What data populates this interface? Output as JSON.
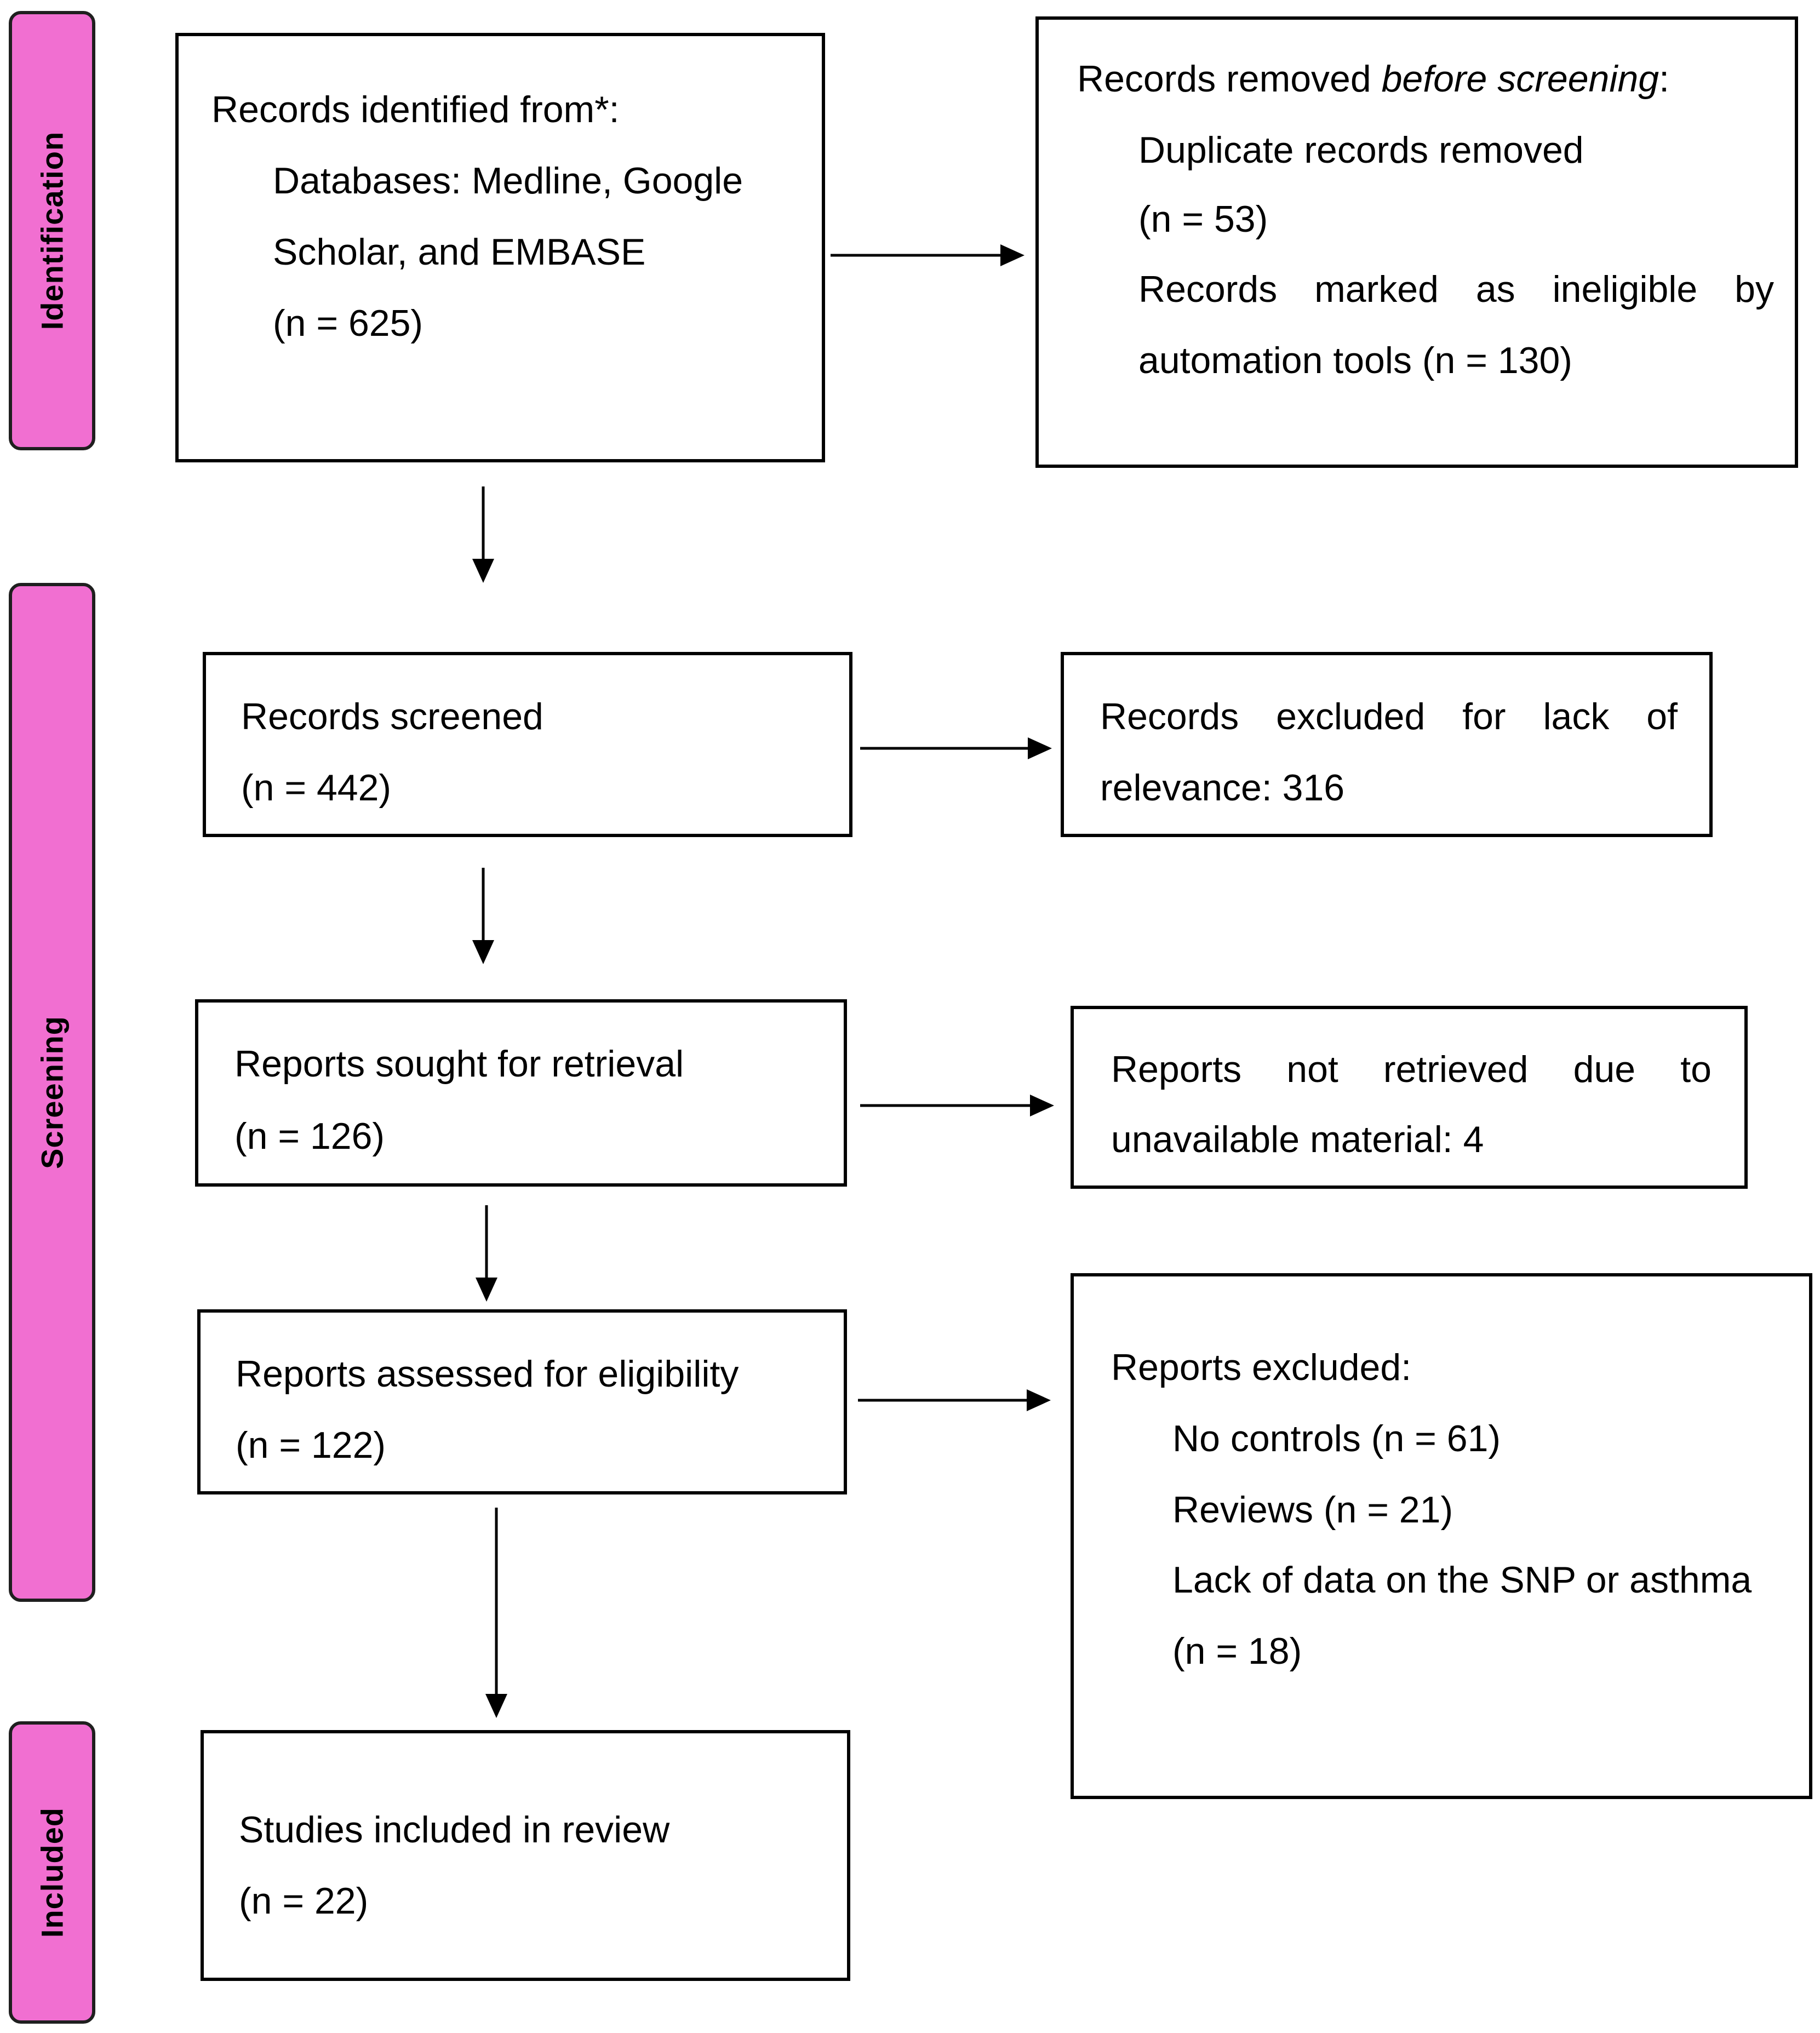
{
  "colors": {
    "phase_fill": "#f16fd1",
    "border": "#000000",
    "background": "#ffffff"
  },
  "phases": {
    "identification": "Identification",
    "screening": "Screening",
    "included": "Included"
  },
  "identified": {
    "heading": "Records identified from*:",
    "line1": "Databases: Medline, Google",
    "line2": "Scholar, and EMBASE",
    "count": "(n = 625)"
  },
  "removed": {
    "heading_prefix": "Records removed ",
    "heading_italic": "before screening",
    "heading_suffix": ":",
    "duplicates_label": "Duplicate records removed",
    "duplicates_count": "(n = 53)",
    "automation_words": [
      "Records",
      "marked",
      "as",
      "ineligible",
      "by"
    ],
    "automation_line2": "automation tools (n = 130)"
  },
  "screened": {
    "label": "Records screened",
    "count": "(n = 442)"
  },
  "excluded_relevance": {
    "words": [
      "Records",
      "excluded",
      "for",
      "lack",
      "of"
    ],
    "line2": "relevance: 316"
  },
  "sought": {
    "label": "Reports sought for retrieval",
    "count": "(n = 126)"
  },
  "not_retrieved": {
    "words": [
      "Reports",
      "not",
      "retrieved",
      "due",
      "to"
    ],
    "line2": "unavailable material: 4"
  },
  "assessed": {
    "label": "Reports assessed for eligibility",
    "count": "(n = 122)"
  },
  "reports_excluded": {
    "heading": "Reports excluded:",
    "no_controls": "No controls (n = 61)",
    "reviews": "Reviews (n = 21)",
    "lack_data": "Lack of data on the SNP or asthma",
    "lack_data_count": "(n = 18)"
  },
  "included_box": {
    "label": "Studies included in review",
    "count": "(n = 22)"
  }
}
